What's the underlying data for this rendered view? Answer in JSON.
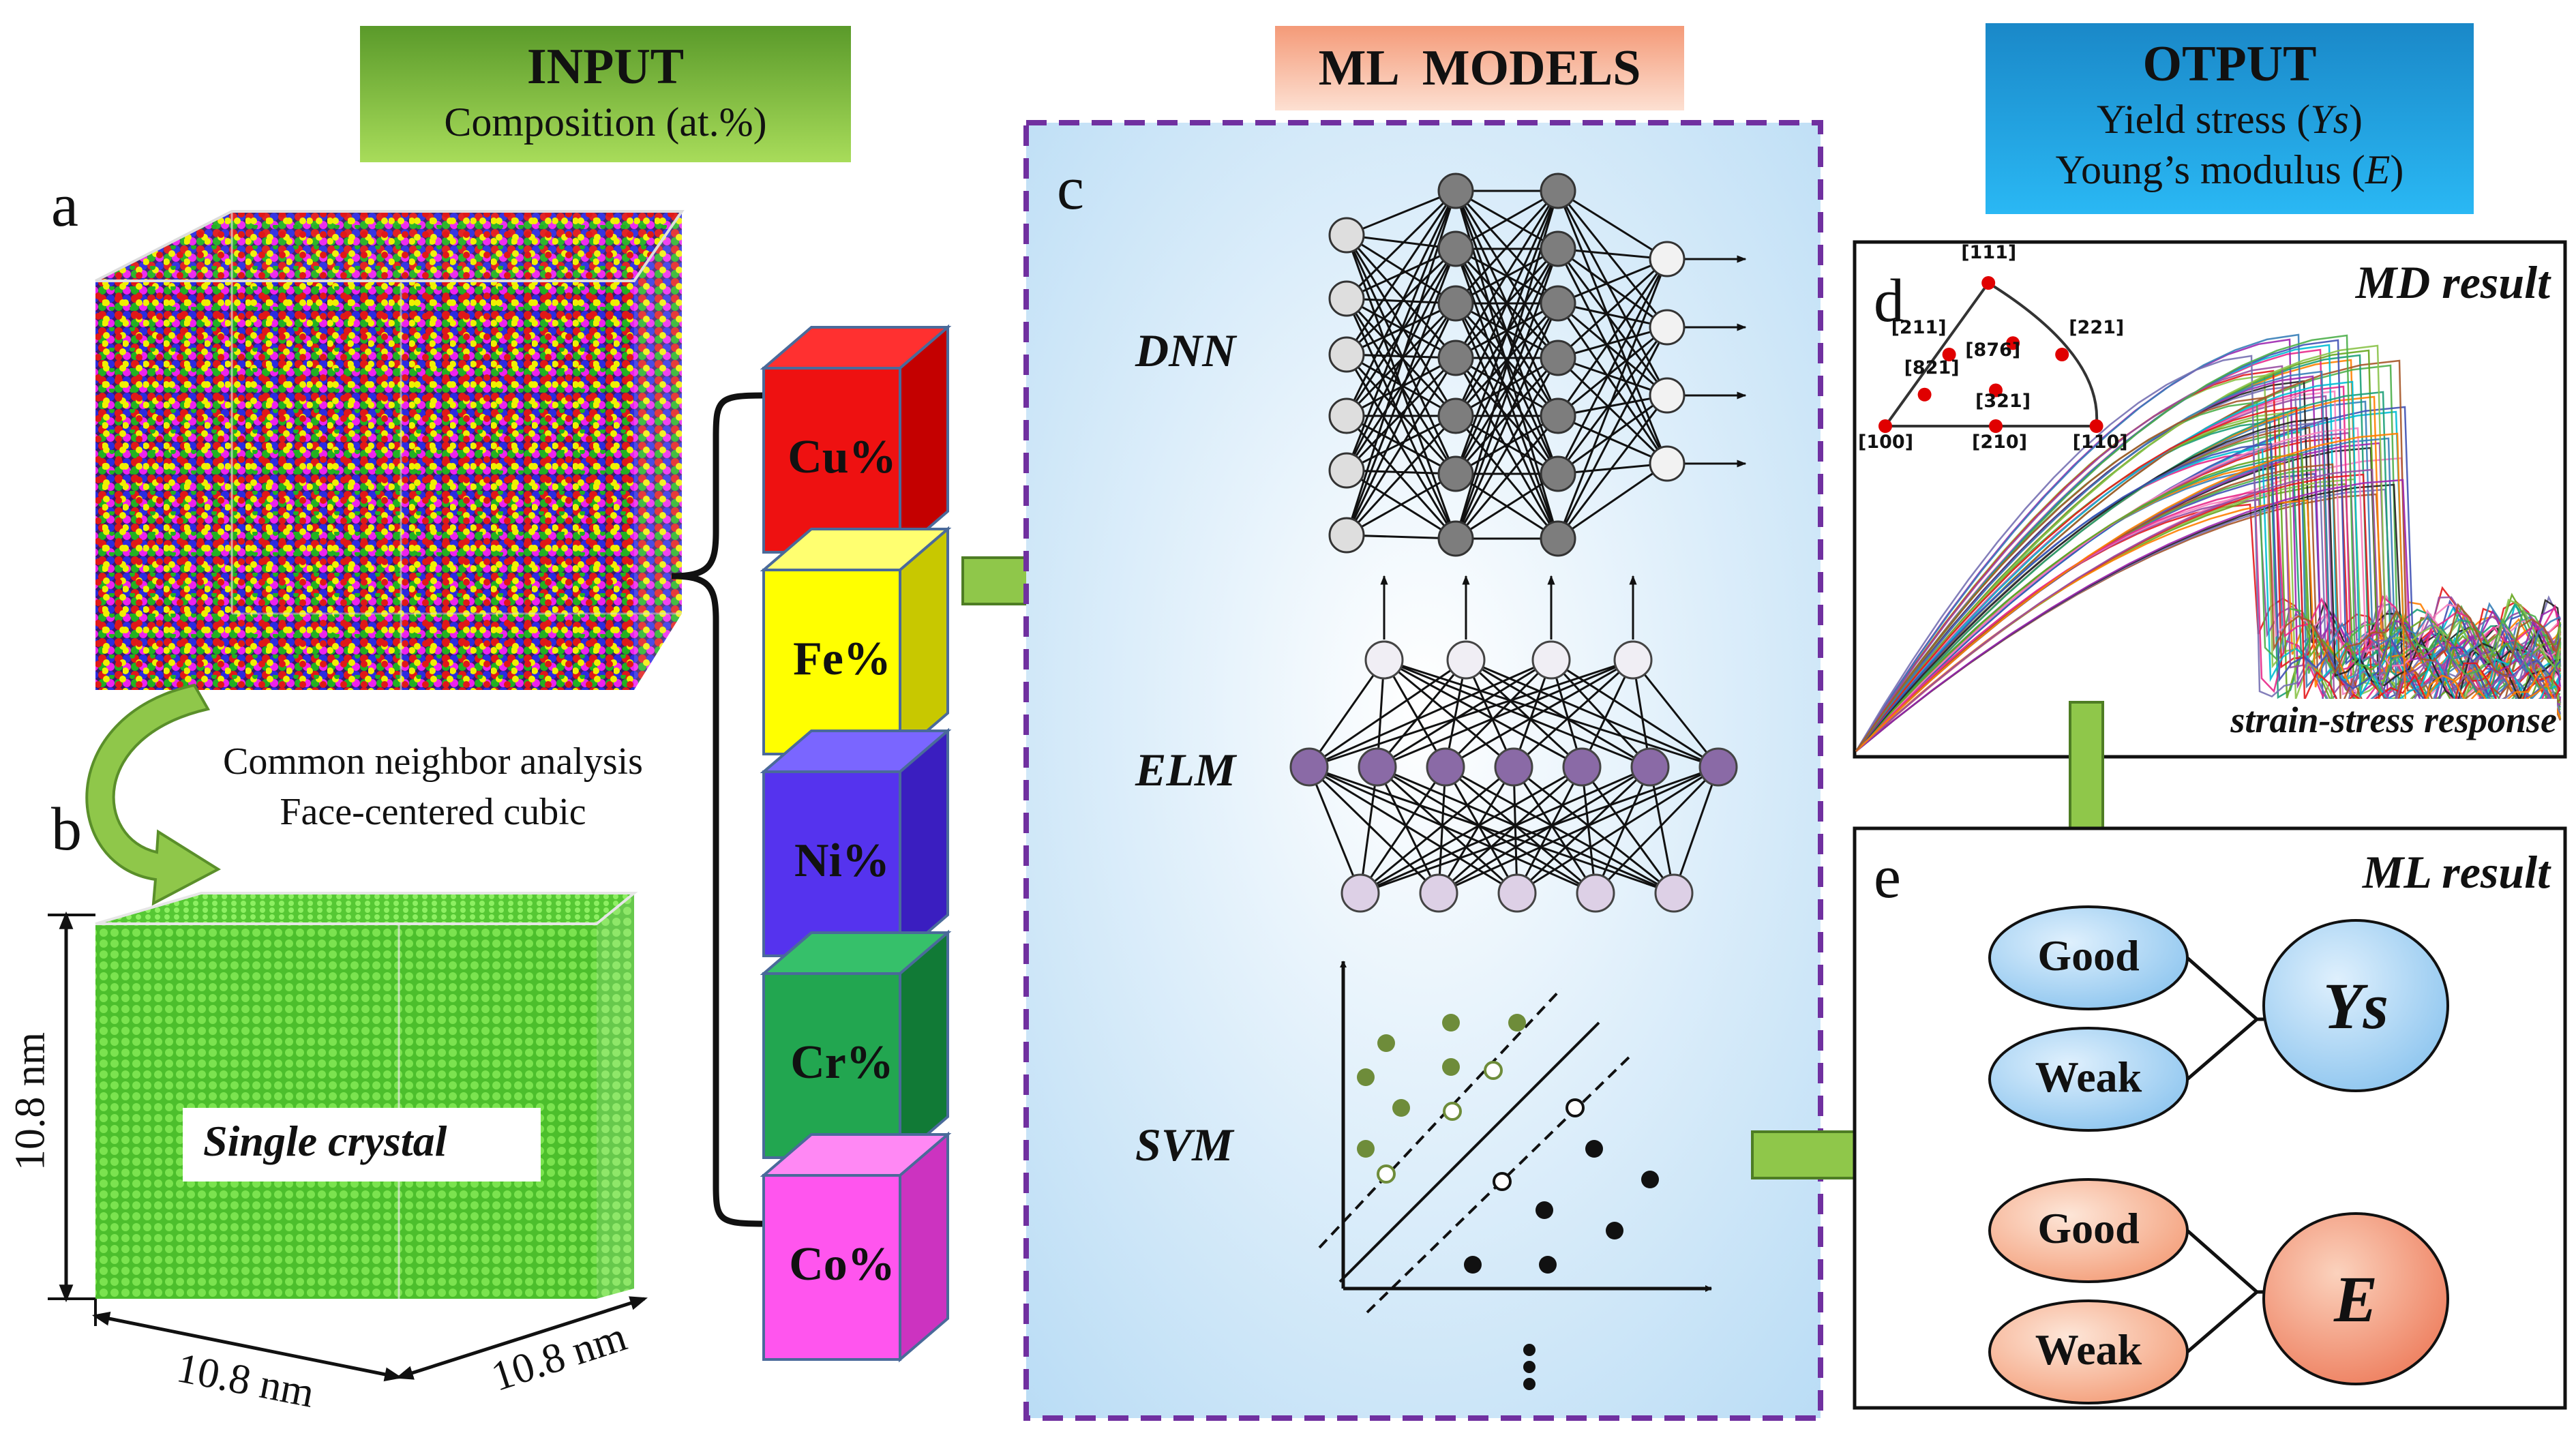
{
  "headers": {
    "input": {
      "title": "INPUT",
      "line1": "Composition (at.%)"
    },
    "models": {
      "title": "ML  MODELS"
    },
    "output": {
      "title": "OTPUT",
      "line1_pre": "Yield stress (",
      "line1_italic": "Ys",
      "line1_post": ")",
      "line2_pre": "Young’s modulus (",
      "line2_italic": "E",
      "line2_post": ")"
    }
  },
  "panels": {
    "a": "a",
    "b": "b",
    "c": "c",
    "d": "d",
    "e": "e"
  },
  "cna": {
    "line1": "Common neighbor analysis",
    "line2": "Face-centered cubic"
  },
  "single_crystal": "Single crystal",
  "dimensions": {
    "vertical": "10.8 nm",
    "bottom_left": "10.8 nm",
    "bottom_right": "10.8 nm"
  },
  "elements": [
    {
      "label": "Cu%",
      "front": "#ee1111",
      "top": "#ff3030",
      "side": "#c40000"
    },
    {
      "label": "Fe%",
      "front": "#ffff00",
      "top": "#ffff70",
      "side": "#c8c800"
    },
    {
      "label": "Ni%",
      "front": "#5533ee",
      "top": "#7a66ff",
      "side": "#3a1ec0"
    },
    {
      "label": "Cr%",
      "front": "#22a650",
      "top": "#36c06a",
      "side": "#117a36"
    },
    {
      "label": "Co%",
      "front": "#ff55ee",
      "top": "#ff88f4",
      "side": "#cc33c0"
    }
  ],
  "models": {
    "dnn": "DNN",
    "elm": "ELM",
    "svm": "SVM"
  },
  "md_result": {
    "title": "MD result",
    "subtitle": "strain-stress response",
    "poles": [
      {
        "label": "[111]",
        "u": 0.42,
        "v": 0.0
      },
      {
        "label": "[211]",
        "u": 0.26,
        "v": 0.5
      },
      {
        "label": "[221]",
        "u": 0.72,
        "v": 0.5
      },
      {
        "label": "[876]",
        "u": 0.52,
        "v": 0.42
      },
      {
        "label": "[821]",
        "u": 0.16,
        "v": 0.78
      },
      {
        "label": "[321]",
        "u": 0.45,
        "v": 0.75
      },
      {
        "label": "[100]",
        "u": 0.0,
        "v": 1.0
      },
      {
        "label": "[210]",
        "u": 0.45,
        "v": 1.0
      },
      {
        "label": "[110]",
        "u": 0.86,
        "v": 1.0
      }
    ]
  },
  "ml_result": {
    "title": "ML result",
    "groups": [
      {
        "good": "Good",
        "weak": "Weak",
        "target": "Ys",
        "fill": "#a8d4f4",
        "target_fill": "#9fd0f2"
      },
      {
        "good": "Good",
        "weak": "Weak",
        "target": "E",
        "fill": "#f8cfb6",
        "target_fill": "#f4a98a"
      }
    ]
  },
  "colors": {
    "header_green": "#7cc242",
    "header_salmon": "#f6b18e",
    "header_blue": "#1fa3e0",
    "arrow_green": "#8fc74a",
    "dashed_purple": "#7030a0",
    "crystal_green": "#5fd13a"
  }
}
